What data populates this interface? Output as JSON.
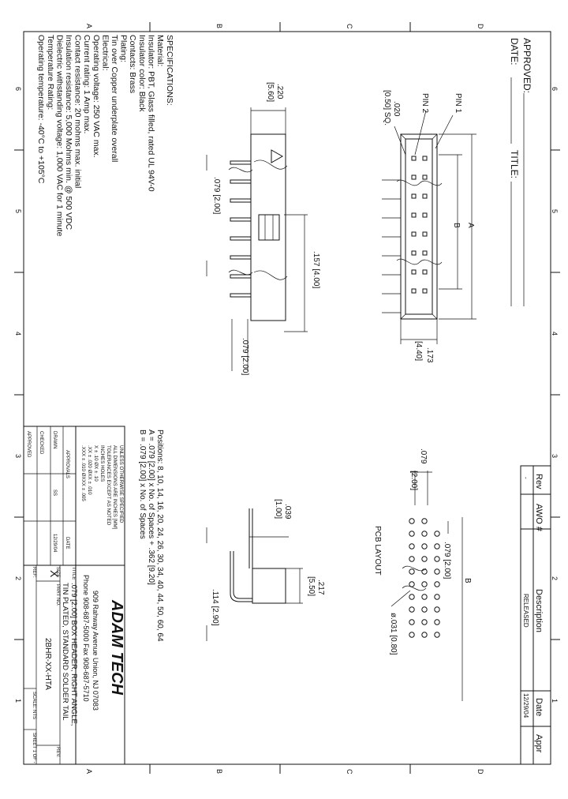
{
  "border": {
    "zones_top": [
      "A",
      "B",
      "C",
      "D"
    ],
    "zones_side": [
      "6",
      "5",
      "4",
      "3",
      "2",
      "1"
    ]
  },
  "approval": {
    "approved": "APPROVED:",
    "date": "DATE:",
    "title": "TITLE:"
  },
  "revision": {
    "headers": [
      "Rev",
      "AWO #",
      "Description",
      "Date",
      "Appr"
    ],
    "row": [
      "-",
      "",
      "RELEASED",
      "12/29/04",
      ""
    ]
  },
  "specifications": {
    "heading": "SPECIFICATIONS:",
    "lines": [
      "Material:",
      "Insulator: PBT, Glass filled, rated UL 94V-0",
      "Insulator color: Black",
      "Contacts: Brass",
      "Plating:",
      "Tin over Copper underplate overall",
      "Electrical:",
      "Operating voltage: 250 VAC max.",
      "Current rating: 1 Amp max.",
      "Contact resistance: 20 mohms max. initial",
      "Insulation resistance: 5,000 Mohms min. @ 500 VDC",
      "Dielectric withstanding voltage: 1,000 VAC for 1 minute",
      "Temperature Rating:",
      "Operating temperature: -40°C to +105°C"
    ]
  },
  "positions": {
    "lines": [
      "Positions: 8, 10, 14, 16, 20, 24, 26, 30, 34, 40, 44, 50, 60, 64",
      "A = .079 [2.00] x No. of Spaces + .362 [9.20]",
      "B = .079 [2.00] x No. of Spaces"
    ]
  },
  "dimensions": {
    "pin1": "PIN 1",
    "pin2": "PIN 2",
    "sq_in": ".020",
    "sq_mm": "[0.50] SQ.",
    "label_a": "A",
    "label_b": "B",
    "d173_in": ".173",
    "d173_mm": "[4.40]",
    "d220_in": ".220",
    "d220_mm": "[5.60]",
    "d079": ".079 [2.00]",
    "d157": ".157 [4.00]",
    "d079b": ".079 [2.00]",
    "pcb_079": ".079",
    "pcb_200": "[2.00]",
    "pcb_079b": ".079 [2.00]",
    "pcb_b": "B",
    "pcb_layout": "PCB LAYOUT",
    "hole": "ø.031 [0.80]",
    "d039_in": ".039",
    "d039_mm": "[1.00]",
    "d217_in": ".217",
    "d217_mm": "[5.50]",
    "d114": ".114 [2.90]"
  },
  "tolerances": {
    "lines": [
      "UNLESS OTHERWISE SPECIFIED",
      "ALL DIMENSIONS ARE INCHES [MM]",
      "TOLERANCES EXCEPT AS NOTED",
      "INCHES              HOLES",
      "X    ± .10     ØX    ± .10",
      ".XX  ± .020    ØXX   ± .010",
      ".XXX ± .010    ØXXX  ± .005"
    ],
    "approvals": "APPROVALS",
    "date_col": "DATE",
    "drawn": "DRAWN",
    "drawn_by": "SS",
    "drawn_date": "12/29/04",
    "checked": "CHECKED",
    "approved": "APPROVED"
  },
  "title_block": {
    "company": "ADAM TECH",
    "address": "909 Rahway Avenue  Union, NJ 07083",
    "phone": "Phone 908-687-5000 Fax 908-687-5710",
    "title_label": "TITLE",
    "title_line1": ".079 [2.00] BOX HEADER, RIGHT ANGLE,",
    "title_line2": "TIN PLATED, STANDARD SOLDER TAIL",
    "size_label": "SIZE",
    "size": "X",
    "part_label": "PART NO.",
    "part_no": "2BHR-XX-HTA",
    "rev_label": "REV.",
    "ref_label": "REF:",
    "scale": "SCALE:  NTS",
    "sheet": "SHEET 1 OF -"
  }
}
